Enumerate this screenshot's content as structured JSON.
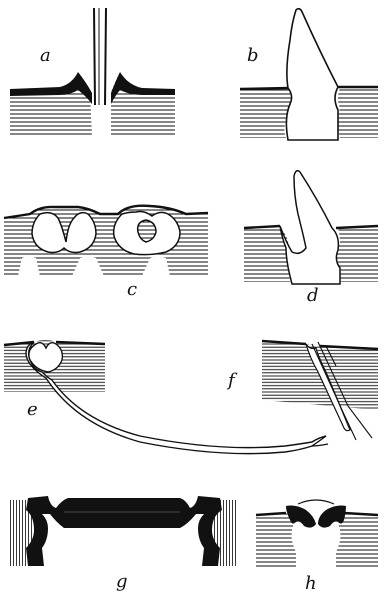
{
  "labels": {
    "a": "a",
    "b": "b",
    "c": "c",
    "d": "d",
    "e": "e",
    "f": "f",
    "g": "g",
    "h": "h"
  },
  "colors": {
    "ink": "#111111",
    "paper": "#ffffff"
  }
}
